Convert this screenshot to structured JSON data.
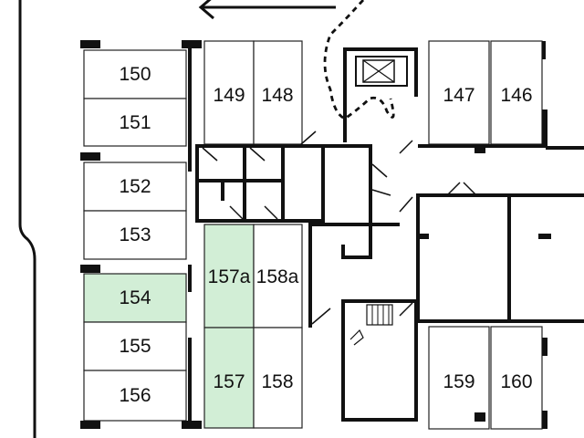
{
  "colors": {
    "wall": "#111111",
    "room_fill": "#ffffff",
    "room_stroke": "#222222",
    "highlight_fill": "#d2eed6",
    "highlight_stroke": "#7cb486"
  },
  "icons": {
    "exit_arrow": "arrow-left-icon",
    "elevator": "elevator-icon",
    "stairs": "stairs-icon",
    "evacuation_path": "dashed-route-icon",
    "watermark": "watermark-icon"
  },
  "units": {
    "u150": "150",
    "u151": "151",
    "u152": "152",
    "u153": "153",
    "u154": "154",
    "u155": "155",
    "u156": "156",
    "u149": "149",
    "u148": "148",
    "u157a": "157a",
    "u158a": "158a",
    "u157": "157",
    "u158": "158",
    "u147": "147",
    "u146": "146",
    "u159": "159",
    "u160": "160"
  },
  "highlighted": [
    "154",
    "157a",
    "157"
  ]
}
